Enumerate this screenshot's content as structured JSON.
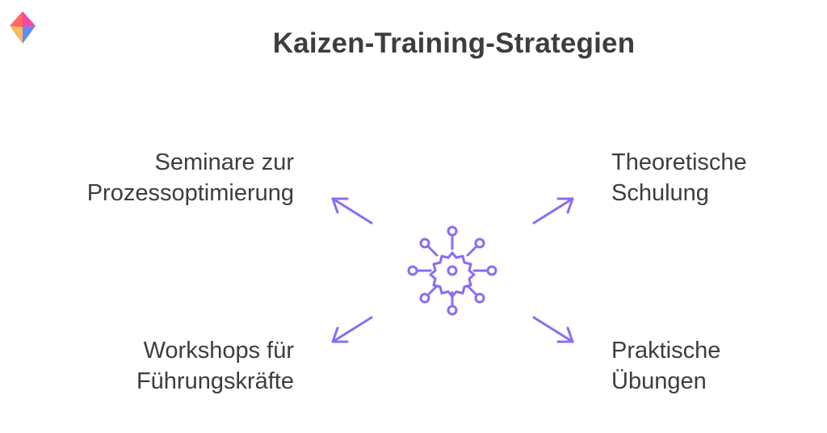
{
  "title": "Kaizen-Training-Strategien",
  "branches": {
    "top_left": {
      "line1": "Seminare zur",
      "line2": "Prozessoptimierung"
    },
    "top_right": {
      "line1": "Theoretische",
      "line2": "Schulung"
    },
    "bottom_left": {
      "line1": "Workshops für",
      "line2": "Führungskräfte"
    },
    "bottom_right": {
      "line1": "Praktische",
      "line2": "Übungen"
    }
  },
  "icons": {
    "logo": "diamond-logo-icon",
    "center": "gear-network-icon",
    "arrows": "arrow-icon"
  },
  "colors": {
    "accent": "#8b6cf2",
    "text": "#3d3d3d",
    "logo_top": "#ff4f9a",
    "logo_left": "#ff7a3d",
    "logo_right": "#7b5cf5",
    "logo_bottom": "#3fb0ff"
  }
}
